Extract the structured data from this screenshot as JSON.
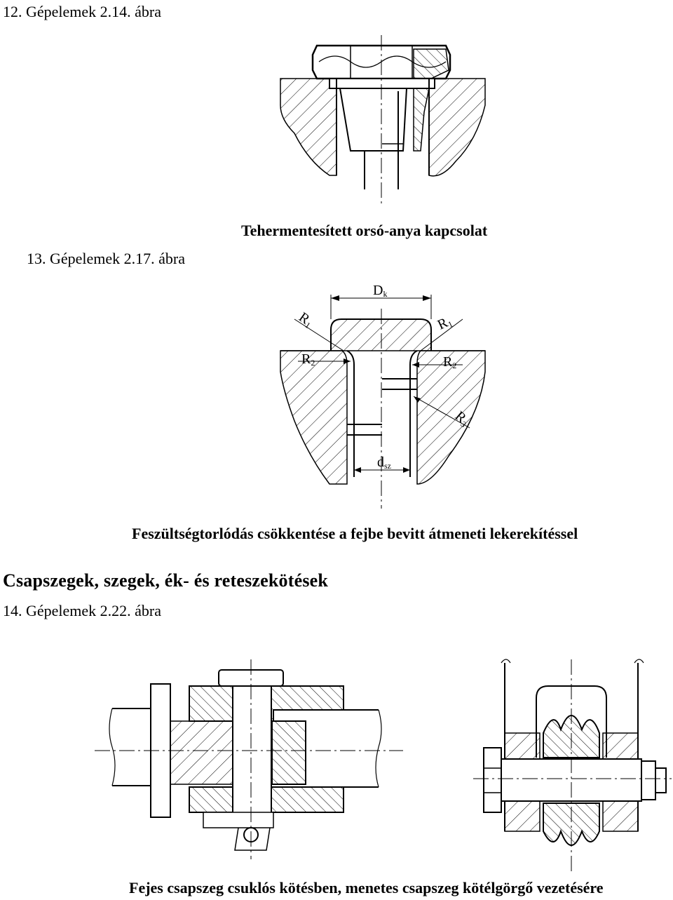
{
  "labels": {
    "fig12": "12. Gépelemek 2.14. ábra",
    "fig13": "13. Gépelemek 2.17. ábra",
    "fig14": "14. Gépelemek 2.22. ábra"
  },
  "captions": {
    "cap1": "Tehermentesített orsó-anya kapcsolat",
    "cap2": "Feszültségtorlódás csökkentése a fejbe bevitt átmeneti lekerekítéssel",
    "cap3": "Fejes csapszeg csuklós kötésben, menetes csapszeg kötélgörgő vezetésére"
  },
  "section_heading": "Csapszegek, szegek, ék- és reteszekötések",
  "dimensions": {
    "dk": "D",
    "dk_sub": "k",
    "r1": "R",
    "r1_sub": "1",
    "r2": "R",
    "r2_sub": "2",
    "r3": "R",
    "r3_sub": "3",
    "dsz": "d",
    "dsz_sub": "sz"
  }
}
